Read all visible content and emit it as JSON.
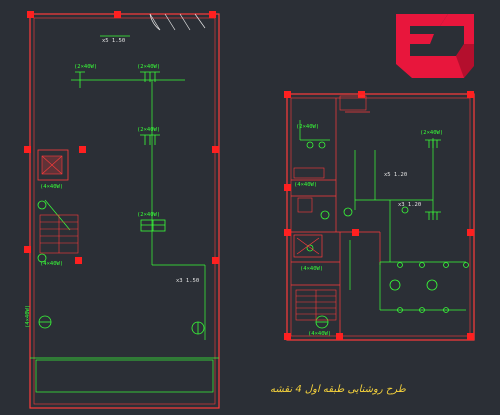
{
  "caption": "طرح روشنایی طبقه اول 4 نقشه",
  "logo_letter": "E",
  "colors": {
    "background": "#2b2f36",
    "wall": "#ff3b3b",
    "circuit": "#39ff39",
    "column": "#ff2020",
    "logo": "#e8163c",
    "text": "#e6e6e6",
    "caption": "#f5d23c"
  },
  "left_plan": {
    "fixture_labels": [
      "(2×40W)",
      "(2×40W)",
      "(2×40W)",
      "(2×40W)"
    ],
    "room_labels": [
      "(4×40W)",
      "(4×40W)",
      "(4×40W)"
    ],
    "note_top": "x5 1.50",
    "note_side": "x3 1.50"
  },
  "right_plan": {
    "fixture_labels": [
      "(2×40W)",
      "(2×40W)",
      "(4×40W)",
      "(4×40W)",
      "(4×40W)"
    ],
    "note_mid": "x5 1.20",
    "note_low": "x3 1.20"
  }
}
